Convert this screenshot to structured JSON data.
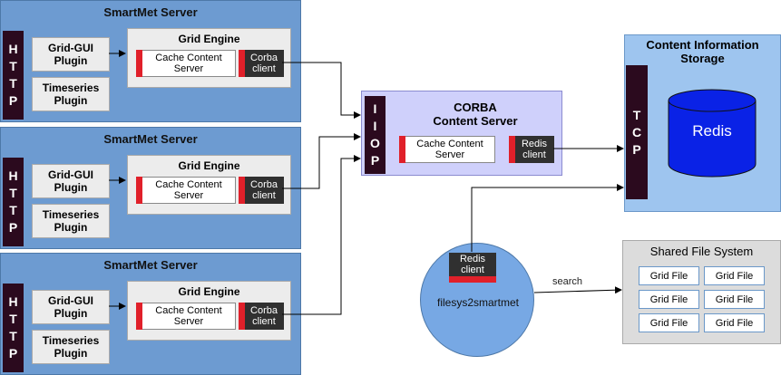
{
  "servers": [
    {
      "title": "SmartMet Server",
      "http": [
        "H",
        "T",
        "T",
        "P"
      ],
      "plugins": [
        "Grid-GUI\nPlugin",
        "Timeseries\nPlugin"
      ],
      "grid_engine": {
        "title": "Grid Engine",
        "cache": "Cache Content\nServer",
        "client": "Corba\nclient"
      }
    },
    {
      "title": "SmartMet Server",
      "http": [
        "H",
        "T",
        "T",
        "P"
      ],
      "plugins": [
        "Grid-GUI\nPlugin",
        "Timeseries\nPlugin"
      ],
      "grid_engine": {
        "title": "Grid Engine",
        "cache": "Cache Content\nServer",
        "client": "Corba\nclient"
      }
    },
    {
      "title": "SmartMet Server",
      "http": [
        "H",
        "T",
        "T",
        "P"
      ],
      "plugins": [
        "Grid-GUI\nPlugin",
        "Timeseries\nPlugin"
      ],
      "grid_engine": {
        "title": "Grid Engine",
        "cache": "Cache Content\nServer",
        "client": "Corba\nclient"
      }
    }
  ],
  "corba_server": {
    "title": "CORBA\nContent Server",
    "iiop": [
      "I",
      "I",
      "O",
      "P"
    ],
    "cache": "Cache Content\nServer",
    "client": "Redis\nclient"
  },
  "storage": {
    "title": "Content Information\nStorage",
    "tcp": [
      "T",
      "C",
      "P"
    ],
    "db": "Redis"
  },
  "filesys": {
    "name": "filesys2smartmet",
    "client": "Redis\nclient"
  },
  "search_label": "search",
  "shared_fs": {
    "title": "Shared File System",
    "files": [
      "Grid File",
      "Grid File",
      "Grid File",
      "Grid File",
      "Grid File",
      "Grid File"
    ]
  },
  "colors": {
    "server_bg": "#6d9bd1",
    "dark_bar": "#2b0a1e",
    "red_accent": "#e0202a",
    "client_bg": "#303030",
    "corba_bg": "#cfd0fb",
    "storage_bg": "#9ec5ef",
    "redis_blue": "#0a22e6",
    "filesys_bg": "#77a8e4",
    "shared_bg": "#dcdcdc"
  }
}
